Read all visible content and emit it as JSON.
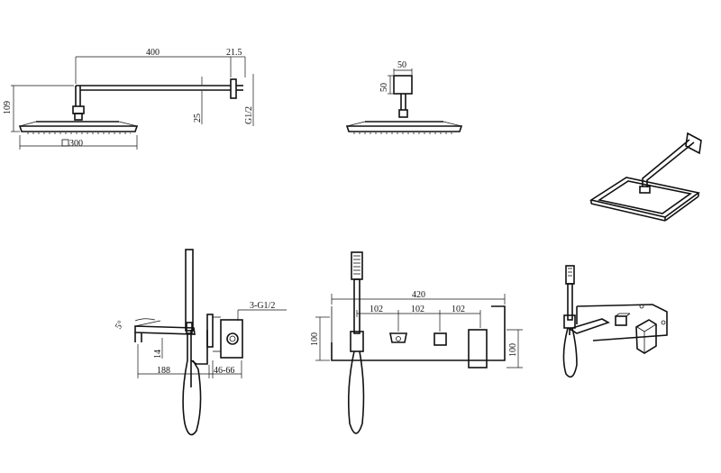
{
  "labels": {
    "arm_length": "400",
    "flange_depth": "21.5",
    "arm_drop": "109",
    "arm_dia": "25",
    "thread_top": "G1/2",
    "head_size": "300",
    "box_width": "50",
    "box_height": "50",
    "spout_angle": "5°",
    "spout_height": "14",
    "spout_reach": "188",
    "wall_depth": "46-66",
    "valve_thread": "3-G1/2",
    "panel_width": "420",
    "spacing_1": "102",
    "spacing_2": "102",
    "spacing_3": "102",
    "panel_height_left": "100",
    "panel_height_right": "100"
  }
}
